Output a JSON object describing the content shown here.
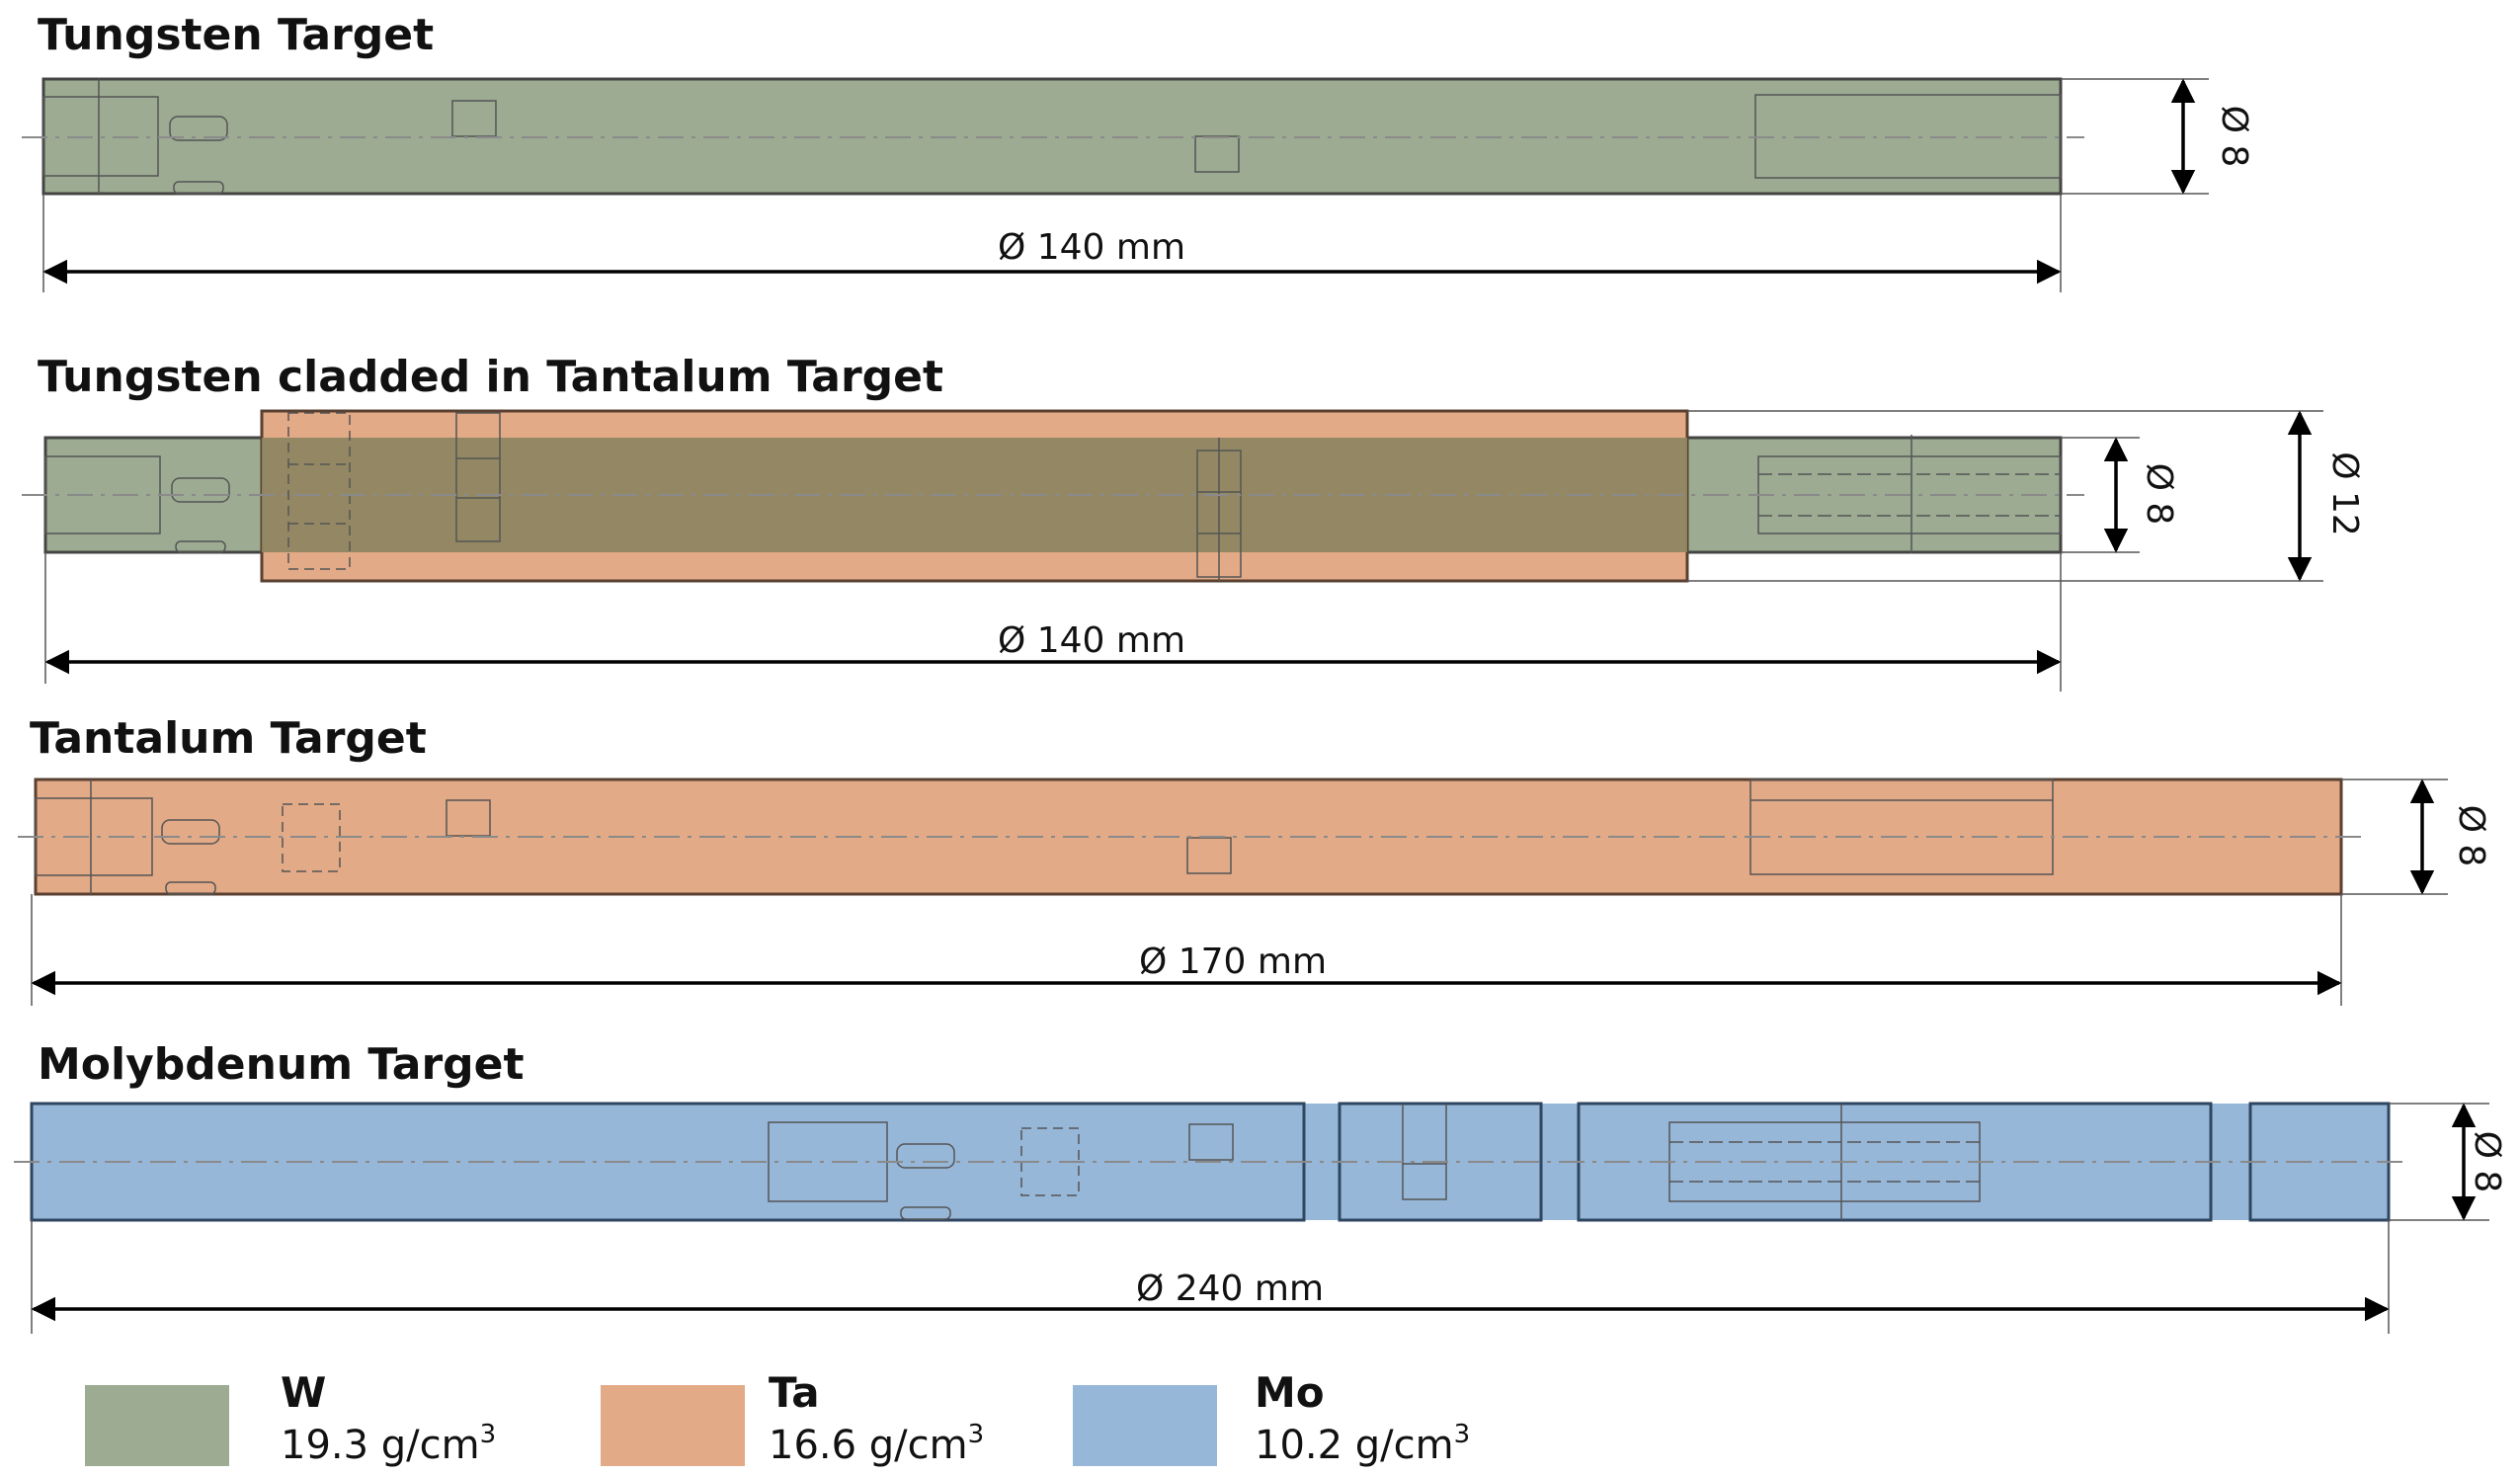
{
  "colors": {
    "tungsten": "#9cab92",
    "tantalum": "#e2aa87",
    "molybdenum": "#97b7d9",
    "overlap": "#8e8661"
  },
  "targets": [
    {
      "title": "Tungsten Target",
      "length_label": "Ø 140 mm",
      "diameter_labels": [
        "Ø 8"
      ]
    },
    {
      "title": "Tungsten cladded in Tantalum Target",
      "length_label": "Ø 140 mm",
      "diameter_labels": [
        "Ø 8",
        "Ø 12"
      ]
    },
    {
      "title": "Tantalum Target",
      "length_label": "Ø 170 mm",
      "diameter_labels": [
        "Ø 8"
      ]
    },
    {
      "title": "Molybdenum Target",
      "length_label": "Ø 240 mm",
      "diameter_labels": [
        "Ø 8"
      ]
    }
  ],
  "legend": [
    {
      "symbol": "W",
      "density": "19.3 g/cm",
      "unit_exp": "3",
      "color": "#9cab92"
    },
    {
      "symbol": "Ta",
      "density": "16.6 g/cm",
      "unit_exp": "3",
      "color": "#e2aa87"
    },
    {
      "symbol": "Mo",
      "density": "10.2 g/cm",
      "unit_exp": "3",
      "color": "#97b7d9"
    }
  ]
}
